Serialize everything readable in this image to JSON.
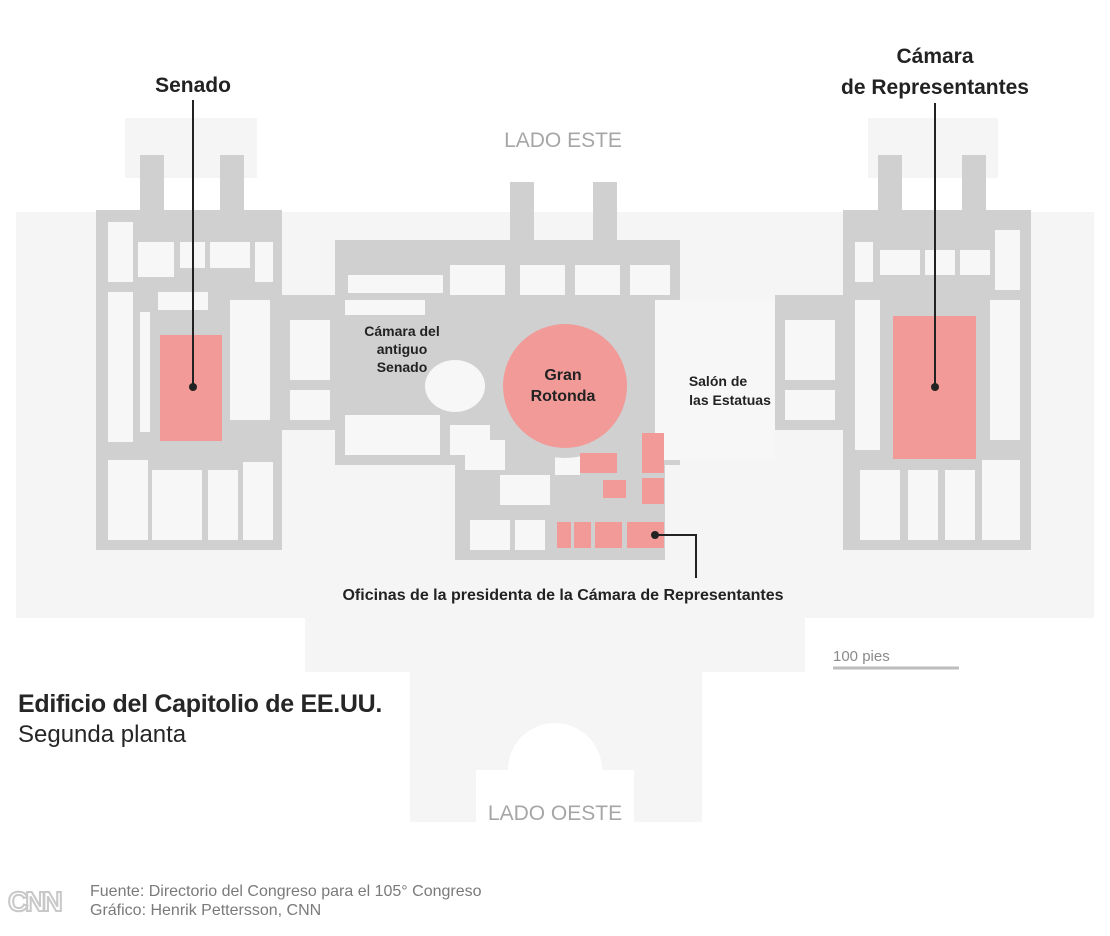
{
  "labels": {
    "senate": "Senado",
    "house_line1": "Cámara",
    "house_line2": "de Representantes",
    "east_side": "LADO ESTE",
    "west_side": "LADO OESTE",
    "old_senate_1": "Cámara del",
    "old_senate_2": "antiguo",
    "old_senate_3": "Senado",
    "rotunda_1": "Gran",
    "rotunda_2": "Rotonda",
    "statuary_1": "Salón de",
    "statuary_2": "las Estatuas",
    "speaker_offices": "Oficinas de la presidenta de la Cámara de Representantes",
    "scale": "100 pies"
  },
  "title": {
    "main": "Edificio del Capitolio de EE.UU.",
    "sub": "Segunda planta"
  },
  "credits": {
    "source": "Fuente: Directorio del Congreso para el 105° Congreso",
    "graphic": "Gráfico: Henrik Pettersson, CNN",
    "logo_text": "CNN"
  },
  "colors": {
    "background_plaza": "#f5f5f5",
    "building": "#d0d0d0",
    "rooms": "#f7f7f7",
    "highlight": "#f19a98",
    "text_dark": "#222222",
    "text_muted": "#9a9a9a"
  }
}
